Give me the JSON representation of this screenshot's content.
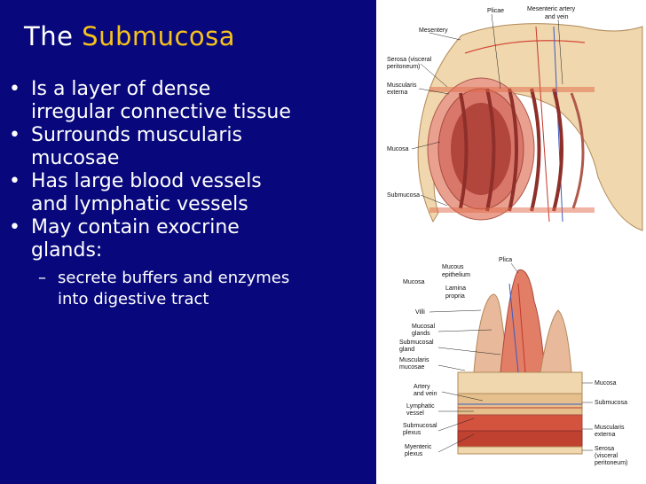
{
  "slide": {
    "title_prefix": "The",
    "title_highlight": "Submucosa",
    "bullets": [
      "Is a layer of dense irregular connective tissue",
      "Surrounds muscularis mucosae",
      "Has large blood vessels and lymphatic vessels",
      "May contain exocrine glands:"
    ],
    "sub_bullets": [
      "secrete buffers and enzymes into digestive tract"
    ],
    "bullet_glyph": "•",
    "sub_glyph": "–"
  },
  "figure": {
    "top_labels": {
      "plicae": "Plicae",
      "mesenteric": "Mesenteric artery",
      "and_vein": "and vein",
      "mesentery": "Mesentery",
      "serosa": "Serosa (visceral",
      "peritoneum": "peritoneum)",
      "muscularis": "Muscularis",
      "externa": "externa",
      "mucosa": "Mucosa",
      "submucosa": "Submucosa"
    },
    "bottom_labels": {
      "plica": "Plica",
      "mucous": "Mucous",
      "epithelium": "epithelium",
      "mucosa_left": "Mucosa",
      "lamina": "Lamina",
      "propria": "propria",
      "villi": "Villi",
      "mucosal": "Mucosal",
      "glands": "glands",
      "submucosal": "Submucosal",
      "gland": "gland",
      "muscularis": "Muscularis",
      "mucosae": "mucosae",
      "artery": "Artery",
      "and_vein": "and vein",
      "lymphatic": "Lymphatic",
      "vessel": "vessel",
      "submucosal2": "Submucosal",
      "plexus": "plexus",
      "myenteric": "Myenteric",
      "plexus2": "plexus",
      "mucosa_right": "Mucosa",
      "submucosa_right": "Submucosa",
      "musc_right": "Muscularis",
      "externa_right": "externa",
      "serosa_right": "Serosa",
      "visceral_right": "(visceral",
      "peritoneum_right": "peritoneum)"
    }
  }
}
